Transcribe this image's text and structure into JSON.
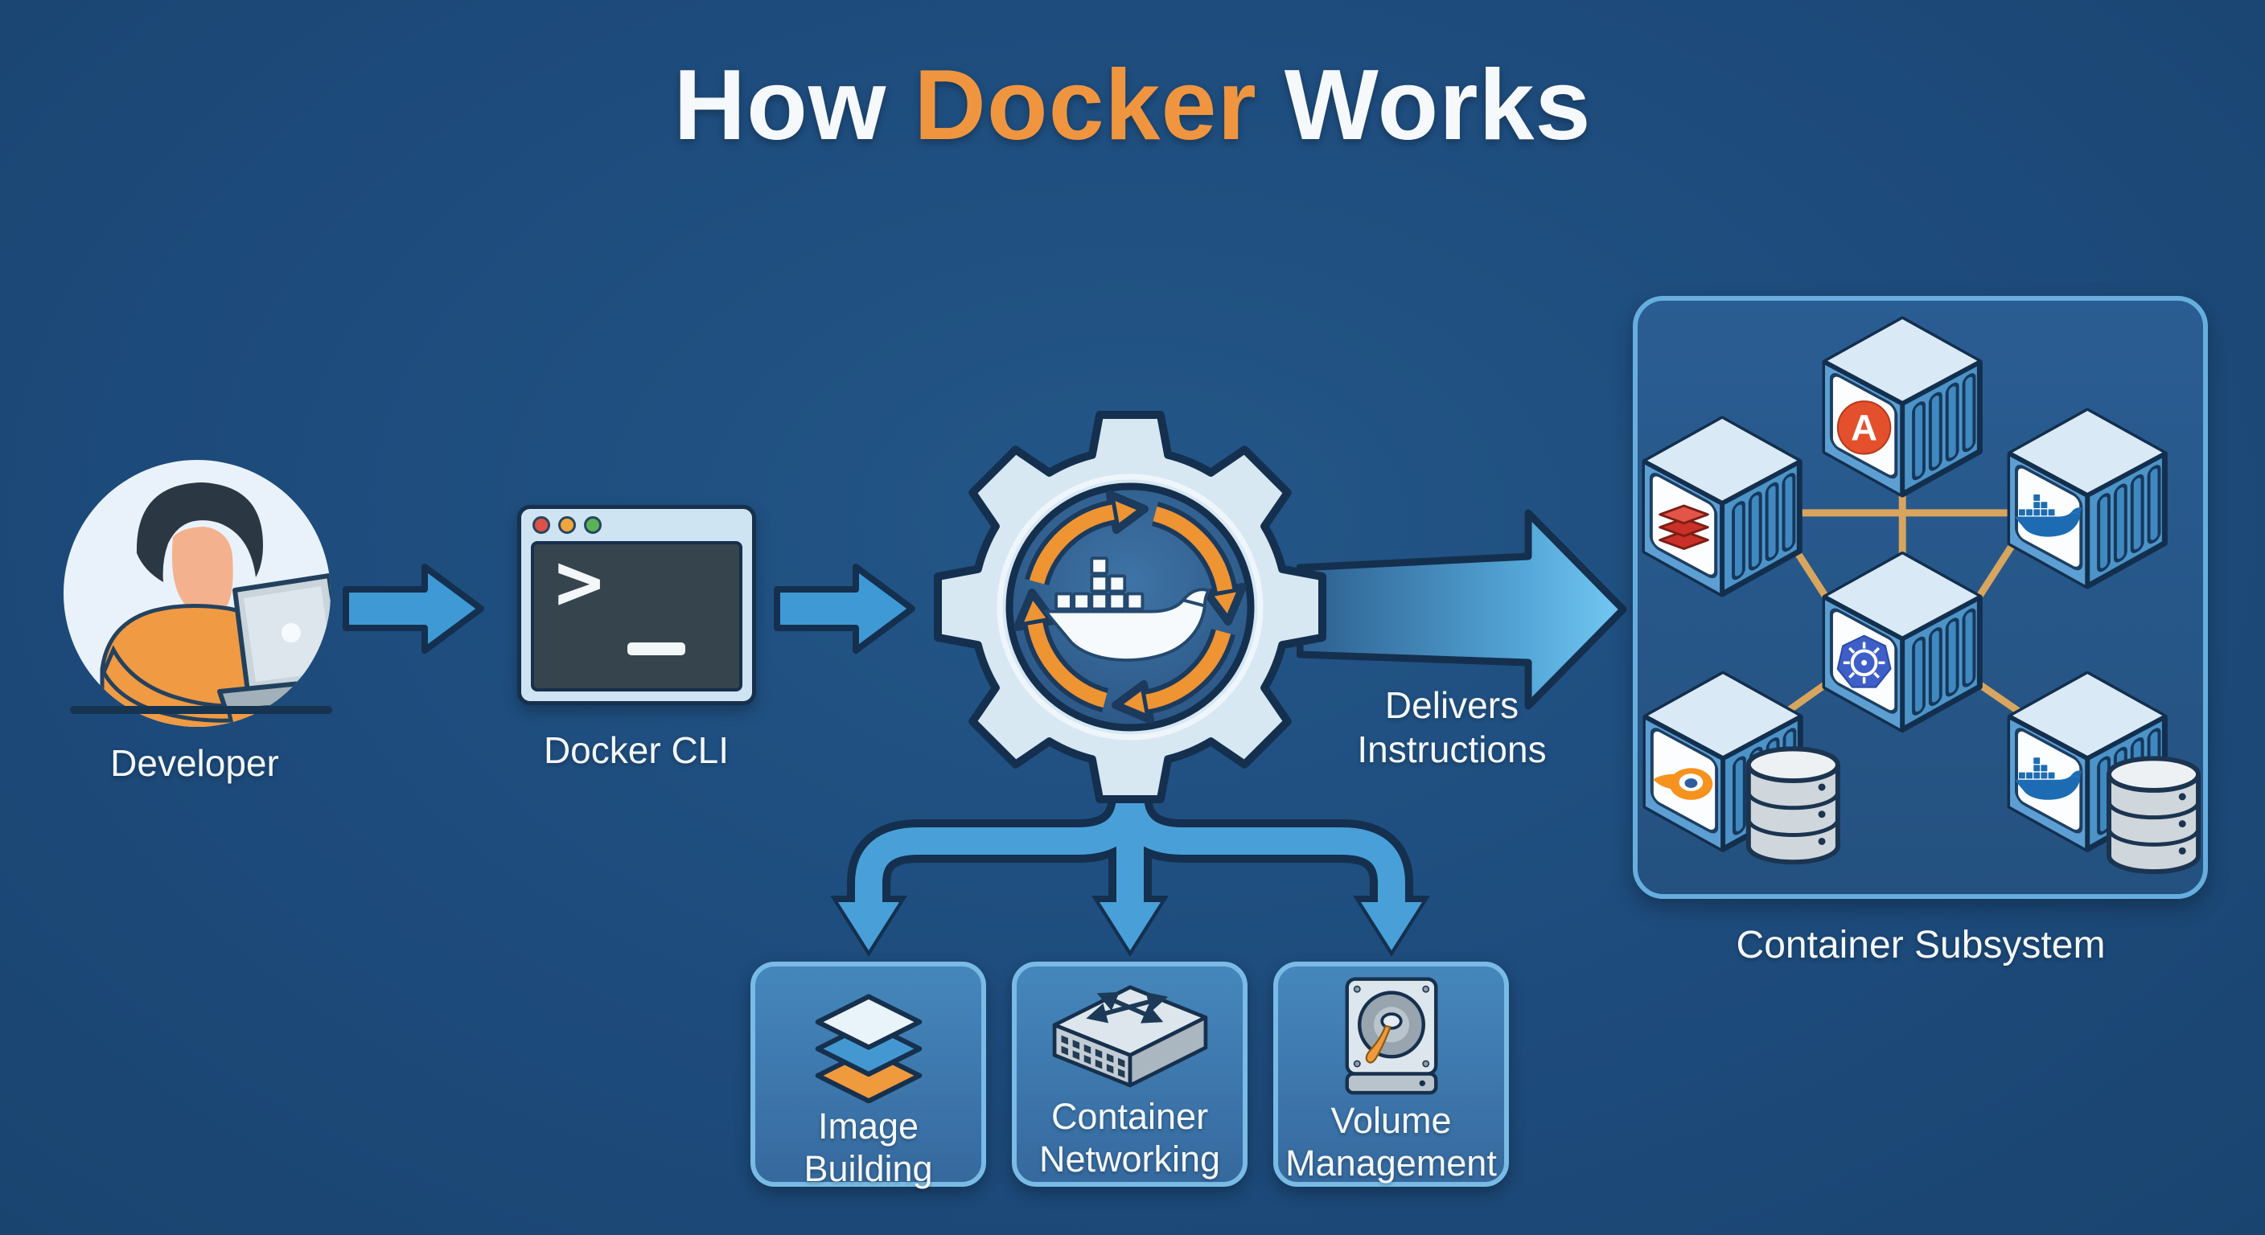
{
  "title": {
    "prefix": "How",
    "highlight": "Docker",
    "suffix": "Works"
  },
  "flow": {
    "developer_label": "Developer",
    "docker_cli_label": "Docker CLI",
    "delivers_line1": "Delivers",
    "delivers_line2": "Instructions",
    "subsystem_label": "Container Subsystem"
  },
  "terminal": {
    "prompt": ">",
    "cursor": "_"
  },
  "subsystem": {
    "ansible_letter": "A",
    "containers": [
      "redis",
      "ansible",
      "docker",
      "kubernetes",
      "blender",
      "docker"
    ],
    "volume_count": 2
  },
  "capabilities": [
    {
      "line1": "Image",
      "line2": "Building",
      "icon": "layers-icon"
    },
    {
      "line1": "Container",
      "line2": "Networking",
      "icon": "network-switch-icon"
    },
    {
      "line1": "Volume",
      "line2": "Management",
      "icon": "hard-drive-icon"
    }
  ],
  "colors": {
    "background": "#1d4b7c",
    "title_orange": "#f0953f",
    "accent_orange": "#ee9433",
    "arrow_blue": "#49a0d8",
    "dark_outline": "#14304e",
    "card_fill": "#3e7bb0",
    "card_border": "#79bbe4",
    "box_border": "#66aede",
    "connector_tan": "#d8a55e",
    "text": "#f4f8fb"
  }
}
